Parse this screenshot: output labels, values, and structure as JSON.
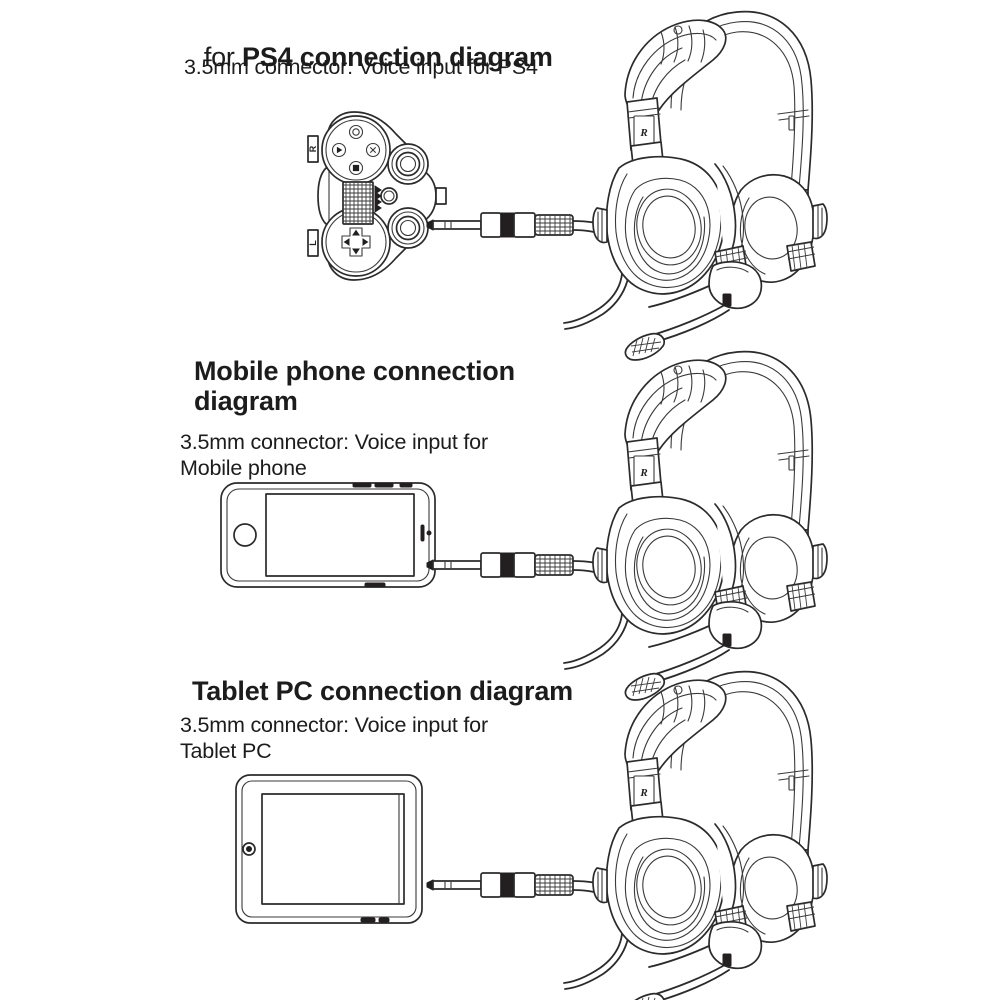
{
  "document": {
    "kind": "product-connection-diagram",
    "background_color": "#ffffff",
    "line_color": "#2b2b2b"
  },
  "sections": [
    {
      "id": "ps4",
      "title_prefix": "for ",
      "title_bold": "PS4 connection diagram",
      "subtitle": "3.5mm connector: Voice input for PS4",
      "device_name": "ps4-controller",
      "connector_label": "3.5mm connector",
      "headset_channel_label": "R"
    },
    {
      "id": "mobile",
      "title_prefix": "",
      "title_bold": "Mobile phone connection\ndiagram",
      "subtitle": "3.5mm connector: Voice input for\nMobile phone",
      "device_name": "mobile-phone",
      "connector_label": "3.5mm connector",
      "headset_channel_label": "R"
    },
    {
      "id": "tablet",
      "title_prefix": "",
      "title_bold": "Tablet PC connection diagram",
      "subtitle": "3.5mm connector: Voice input for\nTablet PC",
      "device_name": "tablet-pc",
      "connector_label": "3.5mm connector",
      "headset_channel_label": "R"
    }
  ],
  "controller": {
    "shoulder_right_label": "R",
    "shoulder_left_label": "L"
  }
}
